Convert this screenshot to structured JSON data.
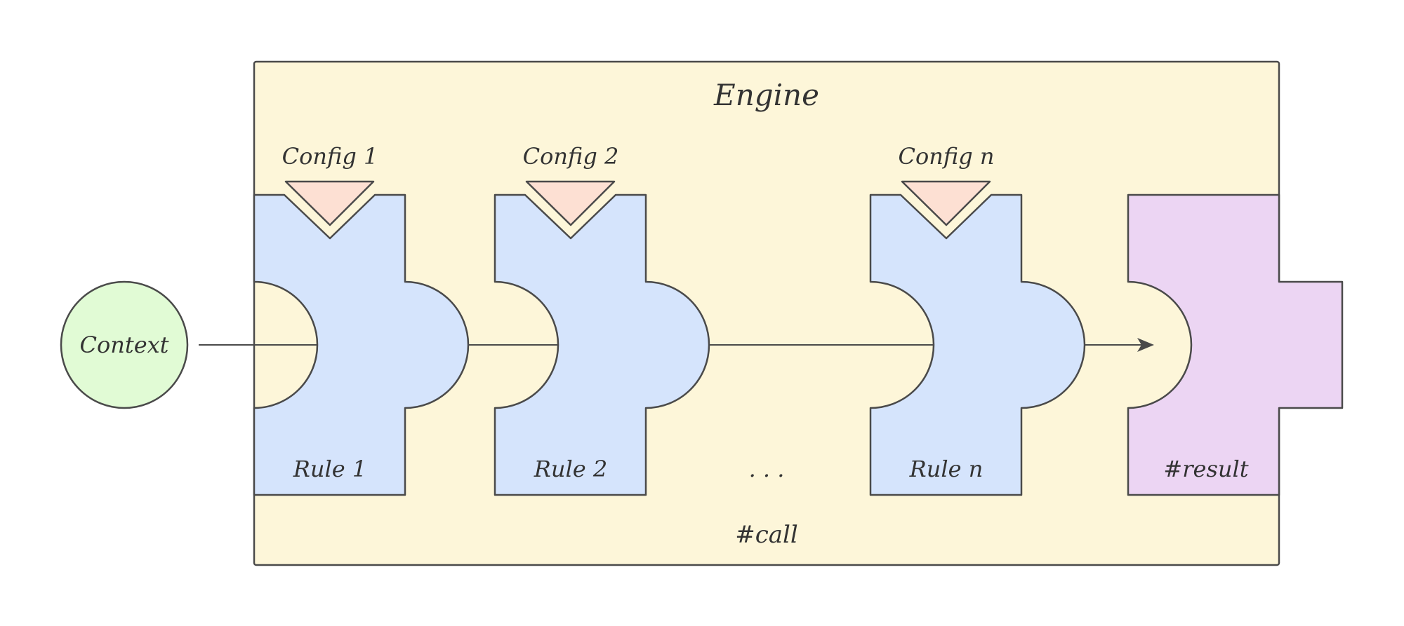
{
  "engine": {
    "title": "Engine",
    "footer": "#call",
    "fill": "#fdf6d9"
  },
  "context": {
    "label": "Context",
    "fill": "#e1fbd5"
  },
  "configs": [
    "Config 1",
    "Config 2",
    "Config n"
  ],
  "rules": [
    "Rule 1",
    "Rule 2",
    "Rule n"
  ],
  "ellipsis": ". . .",
  "result": {
    "label": "#result",
    "fill": "#ecd5f3"
  },
  "colors": {
    "rule_fill": "#d5e4fc",
    "config_fill": "#fde0d3",
    "stroke": "#4a4a4a"
  }
}
